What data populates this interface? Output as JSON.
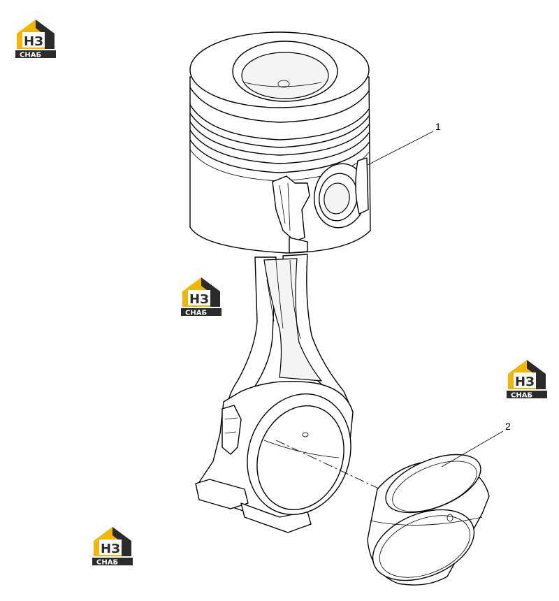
{
  "callouts": [
    {
      "id": "1",
      "label": "1",
      "part": "piston"
    },
    {
      "id": "2",
      "label": "2",
      "part": "bearing-bushing"
    }
  ],
  "watermark": {
    "top_text": "НЗ",
    "bottom_text": "СНАБ",
    "colors": {
      "roof": "#f2b705",
      "dark": "#2b2b2b",
      "letter_bg": "#ffffff"
    }
  },
  "colors": {
    "line": "#000000",
    "background": "#ffffff"
  }
}
